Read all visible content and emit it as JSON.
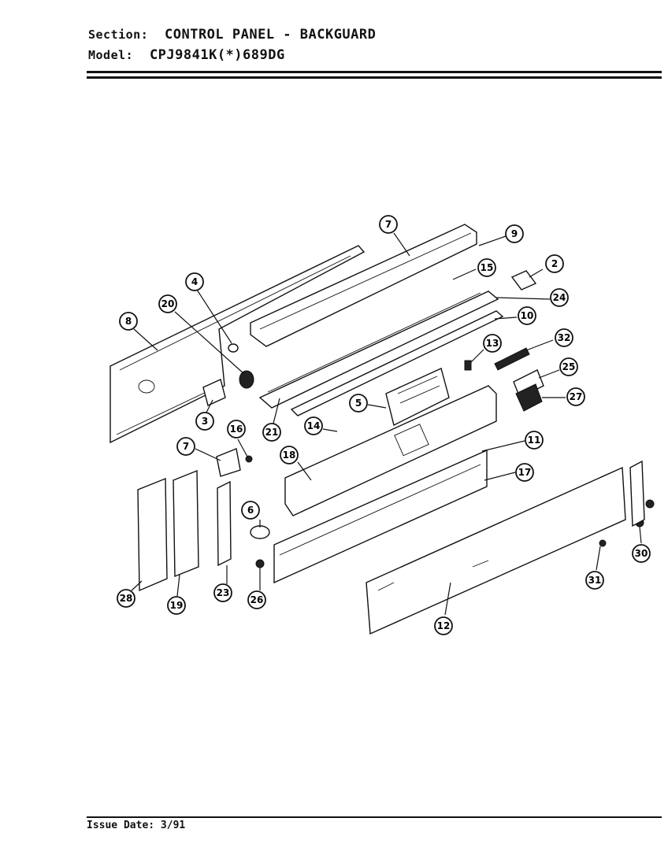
{
  "header": {
    "section_key": "Section:",
    "section_value": "CONTROL PANEL - BACKGUARD",
    "model_key": "Model:",
    "model_value": "CPJ9841K(*)689DG"
  },
  "footer": {
    "issue_date": "Issue Date: 3/91"
  },
  "callouts": [
    "7",
    "9",
    "2",
    "15",
    "24",
    "4",
    "20",
    "10",
    "8",
    "13",
    "32",
    "25",
    "27",
    "3",
    "21",
    "14",
    "5",
    "7",
    "16",
    "11",
    "18",
    "17",
    "6",
    "28",
    "19",
    "23",
    "26",
    "31",
    "30",
    "12"
  ]
}
